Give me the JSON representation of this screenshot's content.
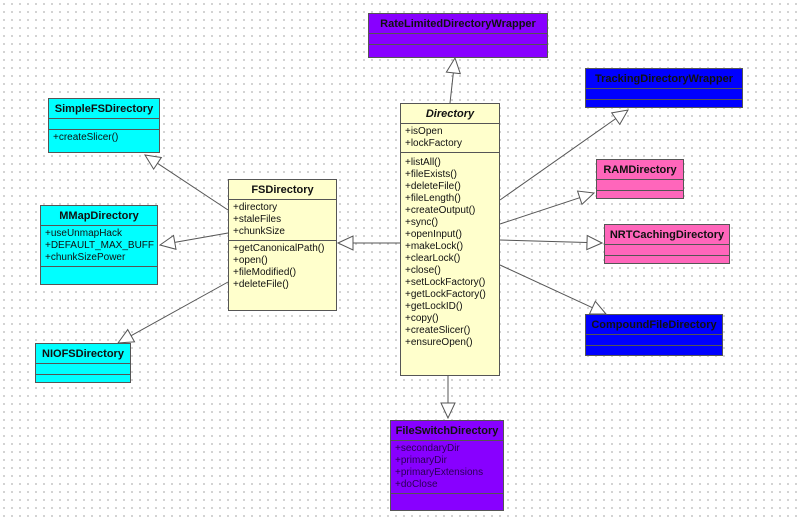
{
  "classes": {
    "rate_limited": {
      "name": "RateLimitedDirectoryWrapper",
      "fill": "#8800ff",
      "attributes": [],
      "operations": []
    },
    "tracking": {
      "name": "TrackingDirectoryWrapper",
      "fill": "#0000ff",
      "attributes": [],
      "operations": []
    },
    "simple_fs": {
      "name": "SimpleFSDirectory",
      "fill": "#00ffff",
      "attributes": [],
      "operations": [
        "+createSlicer()"
      ]
    },
    "directory": {
      "name": "Directory",
      "fill": "#ffffcc",
      "abstract": true,
      "attributes": [
        "+isOpen",
        "+lockFactory"
      ],
      "operations": [
        "+listAll()",
        "+fileExists()",
        "+deleteFile()",
        "+fileLength()",
        "+createOutput()",
        "+sync()",
        "+openInput()",
        "+makeLock()",
        "+clearLock()",
        "+close()",
        "+setLockFactory()",
        "+getLockFactory()",
        "+getLockID()",
        "+copy()",
        "+createSlicer()",
        "+ensureOpen()"
      ]
    },
    "ram": {
      "name": "RAMDirectory",
      "fill": "#ff66bb",
      "attributes": [],
      "operations": []
    },
    "fs": {
      "name": "FSDirectory",
      "fill": "#ffffcc",
      "attributes": [
        "+directory",
        "+staleFiles",
        "+chunkSize"
      ],
      "operations": [
        "+getCanonicalPath()",
        "+open()",
        "+fileModified()",
        "+deleteFile()"
      ]
    },
    "mmap": {
      "name": "MMapDirectory",
      "fill": "#00ffff",
      "attributes": [
        "+useUnmapHack",
        "+DEFAULT_MAX_BUFF",
        "+chunkSizePower"
      ],
      "operations": []
    },
    "nrt": {
      "name": "NRTCachingDirectory",
      "fill": "#ff66bb",
      "attributes": [],
      "operations": []
    },
    "compound": {
      "name": "CompoundFileDirectory",
      "fill": "#0000ff",
      "attributes": [],
      "operations": []
    },
    "niofs": {
      "name": "NIOFSDirectory",
      "fill": "#00ffff",
      "attributes": [],
      "operations": []
    },
    "file_switch": {
      "name": "FileSwitchDirectory",
      "fill": "#8800ff",
      "attributes": [
        "+secondaryDir",
        "+primaryDir",
        "+primaryExtensions",
        "+doClose"
      ],
      "operations": []
    }
  },
  "relations": [
    {
      "type": "generalization",
      "from": "rate_limited",
      "to": "directory"
    },
    {
      "type": "generalization",
      "from": "tracking",
      "to": "directory"
    },
    {
      "type": "generalization",
      "from": "ram",
      "to": "directory"
    },
    {
      "type": "generalization",
      "from": "nrt",
      "to": "directory"
    },
    {
      "type": "generalization",
      "from": "compound",
      "to": "directory"
    },
    {
      "type": "generalization",
      "from": "file_switch",
      "to": "directory"
    },
    {
      "type": "generalization",
      "from": "fs",
      "to": "directory"
    },
    {
      "type": "generalization",
      "from": "simple_fs",
      "to": "fs"
    },
    {
      "type": "generalization",
      "from": "mmap",
      "to": "fs"
    },
    {
      "type": "generalization",
      "from": "niofs",
      "to": "fs"
    }
  ]
}
